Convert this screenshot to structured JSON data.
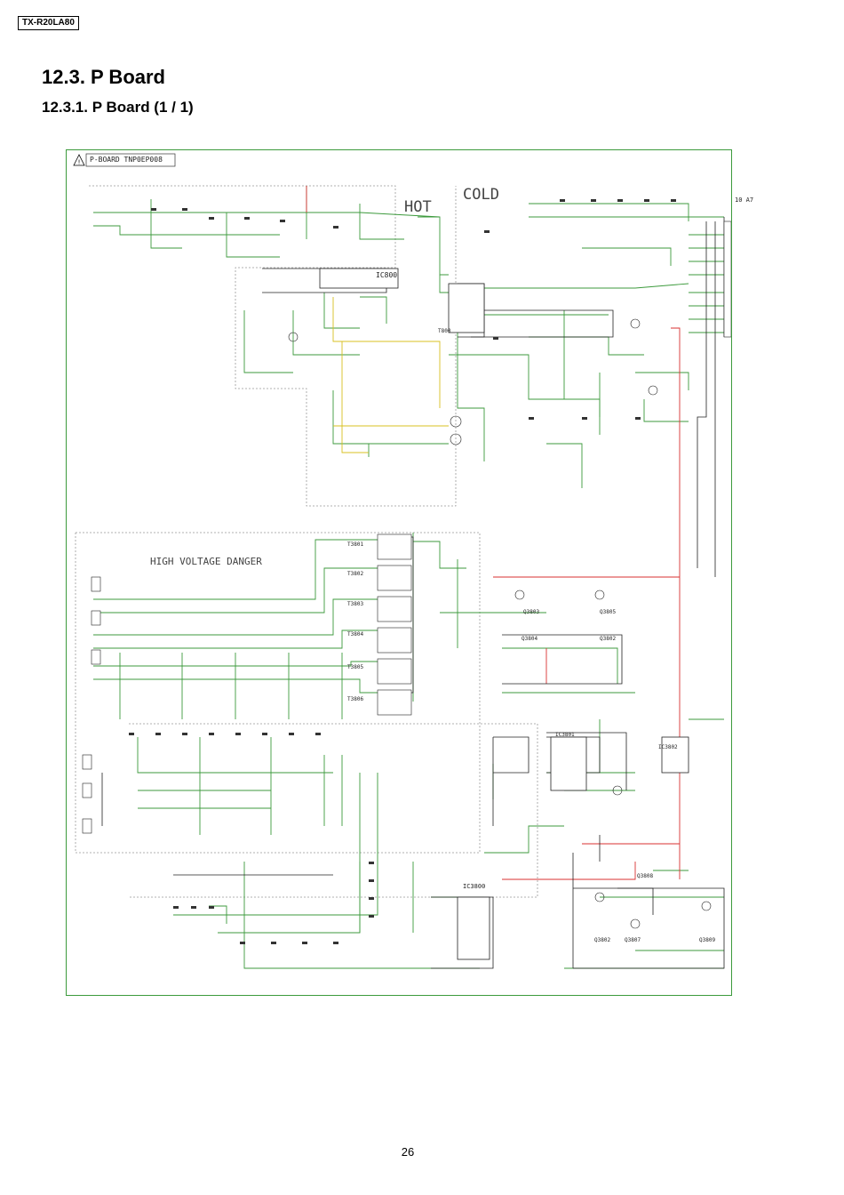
{
  "header": {
    "model": "TX-R20LA80"
  },
  "section": {
    "title": "12.3.   P Board",
    "subtitle": "12.3.1.   P Board (1 / 1)"
  },
  "schematic": {
    "board_label": "P-BOARD TNP0EP008",
    "zone_hot": "HOT",
    "zone_cold": "COLD",
    "zone_danger": "HIGH VOLTAGE DANGER",
    "fuse_label": "10 A7",
    "components": {
      "ic800": "IC800",
      "t800": "T800",
      "t3801": "T3801",
      "t3802": "T3802",
      "t3803": "T3803",
      "t3804": "T3804",
      "t3805": "T3805",
      "t3806": "T3806",
      "ic3801": "IC3801",
      "ic3802": "IC3802",
      "ic3800": "IC3800",
      "q3803": "Q3803",
      "q3805": "Q3805",
      "q3804": "Q3804",
      "q3802_top": "Q3802",
      "q3808": "Q3808",
      "q3802": "Q3802",
      "q3807": "Q3807",
      "q3809": "Q3809"
    },
    "colors": {
      "green": "#3c9a3c",
      "red": "#d83030",
      "yellow": "#d8c020",
      "black": "#111111"
    }
  },
  "footer": {
    "page_number": "26"
  }
}
